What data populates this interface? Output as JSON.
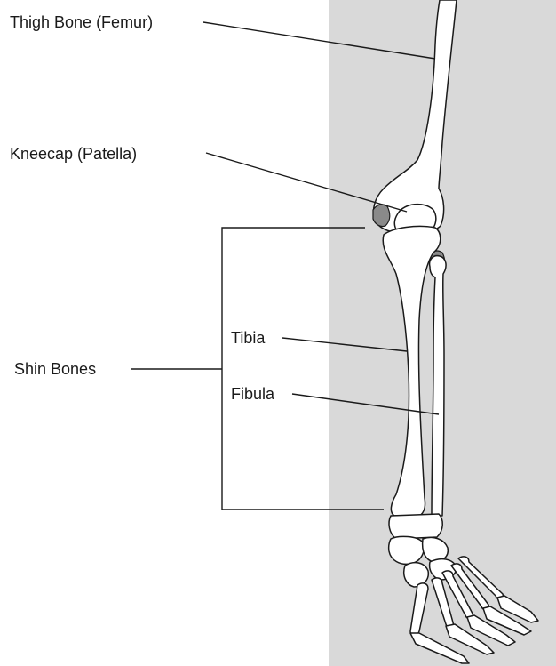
{
  "diagram": {
    "labels": {
      "femur": "Thigh Bone (Femur)",
      "patella": "Kneecap (Patella)",
      "shin": "Shin Bones",
      "tibia": "Tibia",
      "fibula": "Fibula"
    },
    "colors": {
      "background": "#ffffff",
      "panel": "#d9d9d9",
      "bone_fill": "#ffffff",
      "outline": "#1a1a1a",
      "cartilage": "#8a8a8a"
    }
  }
}
